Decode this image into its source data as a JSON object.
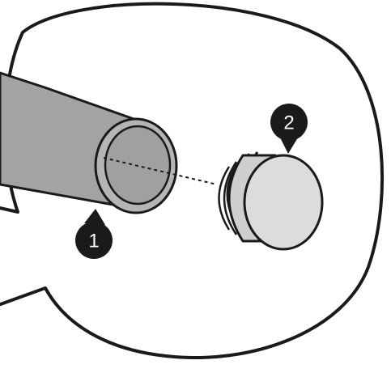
{
  "callouts": [
    {
      "number": "1",
      "part": "tube"
    },
    {
      "number": "2",
      "part": "end-cap"
    }
  ],
  "colors": {
    "outline": "#1a1a1a",
    "tube_body": "#a3a3a3",
    "tube_rim": "#b5b5b5",
    "tube_inner": "#a0a0a0",
    "cap_face": "#dcdcdc",
    "cap_ribs": "#cfcfcf",
    "badge": "#1a1a1a",
    "background": "#ffffff"
  }
}
